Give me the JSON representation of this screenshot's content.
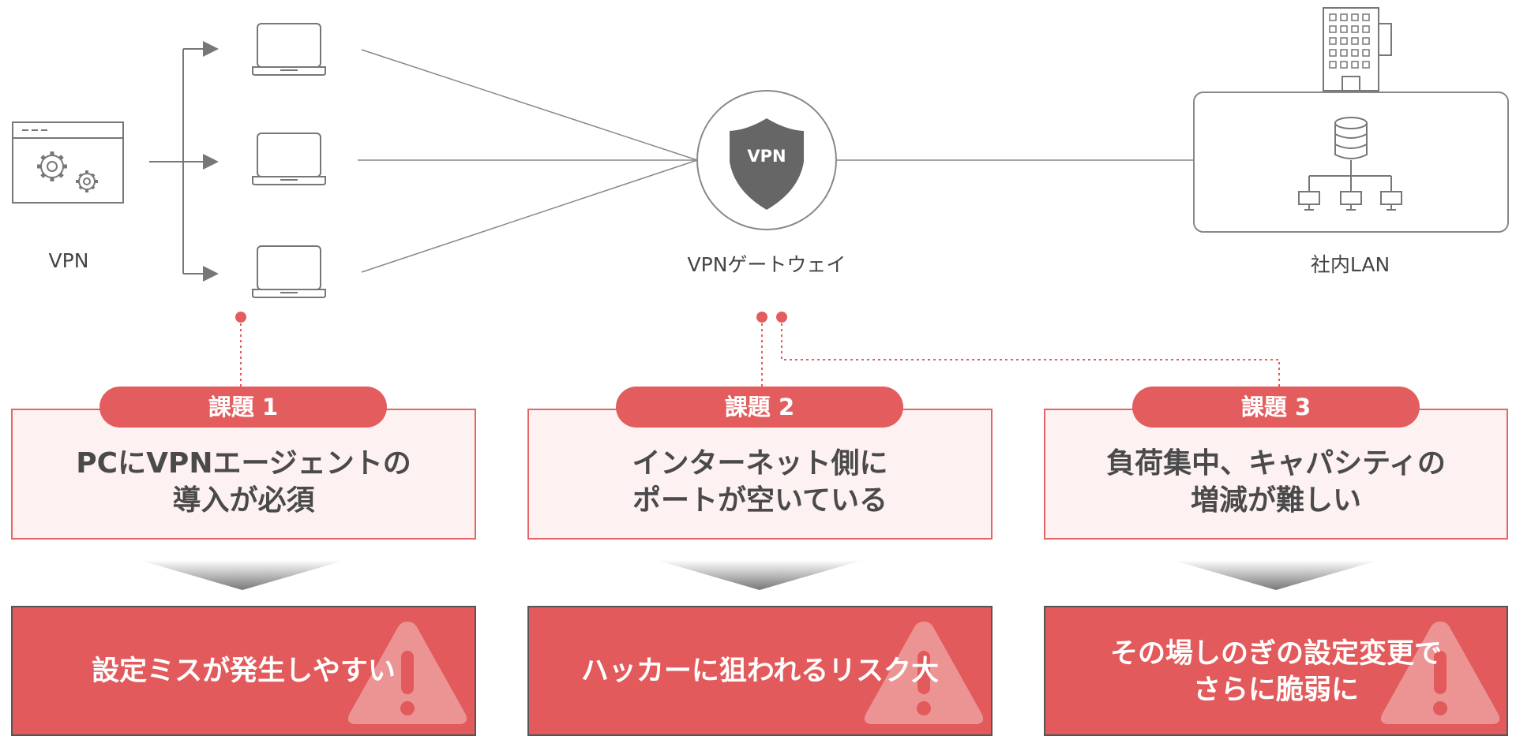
{
  "nodes": {
    "vpn_client_label": "VPN",
    "gateway_label": "VPNゲートウェイ",
    "gateway_badge": "VPN",
    "lan_label": "社内LAN"
  },
  "issues": [
    {
      "tag": "課題 1",
      "text": "PCにVPNエージェントの\n導入が必須"
    },
    {
      "tag": "課題 2",
      "text": "インターネット側に\nポートが空いている"
    },
    {
      "tag": "課題 3",
      "text": "負荷集中、キャパシティの\n増減が難しい"
    }
  ],
  "results": [
    {
      "text": "設定ミスが発生しやすい"
    },
    {
      "text": "ハッカーに狙われるリスク大"
    },
    {
      "text": "その場しのぎの設定変更で\nさらに脆弱に"
    }
  ],
  "colors": {
    "accent": "#e35d5e",
    "issue_bg": "#fdf1f1",
    "line": "#777777",
    "shield": "#666666"
  }
}
